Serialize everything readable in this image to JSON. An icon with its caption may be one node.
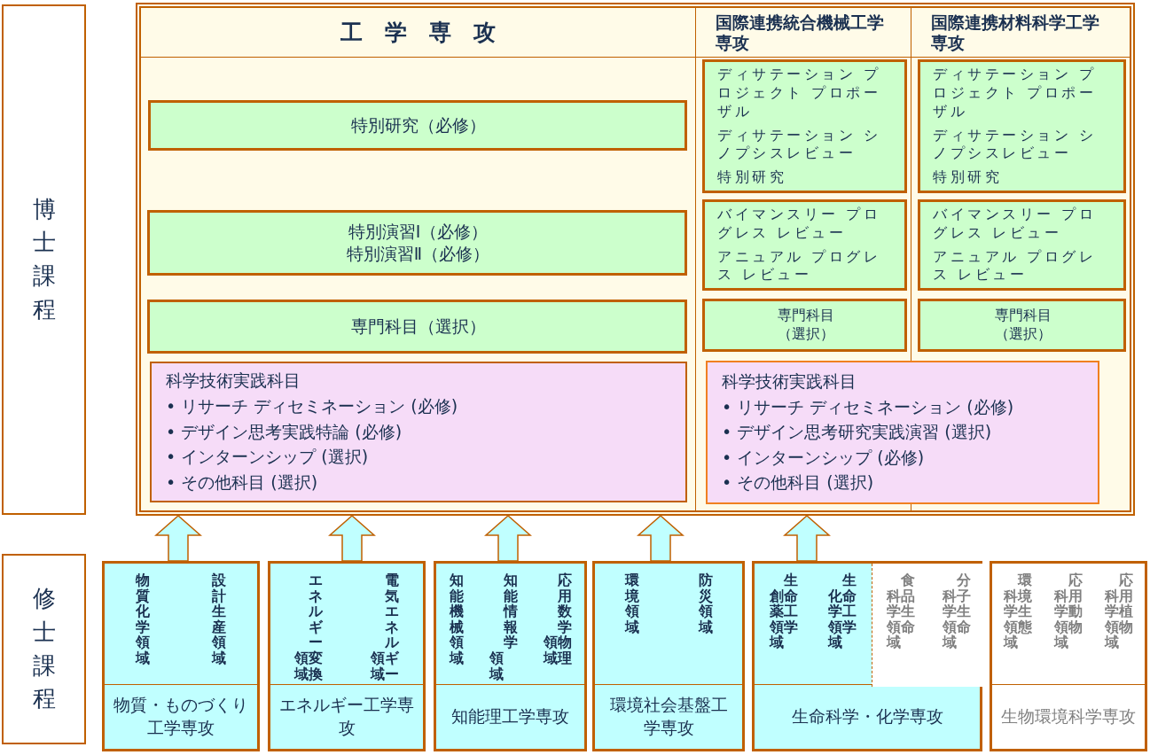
{
  "diagram": {
    "nodes": [
      {
        "text": [
          "博士課程"
        ]
      },
      {
        "text": [],
        "shape": "box"
      },
      {
        "text": [
          "工 学 専 攻"
        ],
        "in": 1
      },
      {
        "text": [
          "特別研究（必修）"
        ],
        "in": 2
      },
      {
        "text": [
          "特別演習Ⅰ（必修）",
          "特別演習Ⅱ（必修）"
        ],
        "in": 2
      },
      {
        "text": [
          "専門科目（選択）"
        ],
        "in": 2
      },
      {
        "text": [
          "科学技術実践科目",
          "• リサーチ ディセミネーション (必修)",
          "• デザイン思考実践特論 (必修)",
          "• インターンシップ (選択)",
          "• その他科目 (選択)"
        ],
        "in": 2
      },
      {
        "text": [
          "国際連携統合機械工学専攻"
        ],
        "in": 1
      },
      {
        "text": [
          "ディサテーション プロジェクト プロポーザル",
          "ディサテーション シノプシスレビュー",
          "特別研究"
        ],
        "in": 7
      },
      {
        "text": [
          "バイマンスリー プログレス レビュー",
          "アニュアル プログレス レビュー"
        ],
        "in": 7
      },
      {
        "text": [
          "専門科目（選択）"
        ],
        "in": 7
      },
      {
        "text": [
          "国際連携材料科学工学専攻"
        ],
        "in": 1
      },
      {
        "text": [
          "ディサテーション プロジェクト プロポーザル",
          "ディサテーション シノプシスレビュー",
          "特別研究"
        ],
        "in": 11
      },
      {
        "text": [
          "バイマンスリー プログレス レビュー",
          "アニュアル プログレス レビュー"
        ],
        "in": 11
      },
      {
        "text": [
          "専門科目（選択）"
        ],
        "in": 11
      },
      {
        "text": [
          "科学技術実践科目",
          "• リサーチ ディセミネーション (必修)",
          "• デザイン思考研究実践演習 (選択)",
          "• インターンシップ (必修)",
          "• その他科目 (選択)"
        ],
        "in": 1
      },
      {
        "text": [
          "修士課程"
        ]
      },
      {
        "text": [
          "物質化学領域",
          "設計生産領域",
          "物質・ものづくり工学専攻"
        ]
      },
      {
        "text": [
          "エネルギー変換領域",
          "電気エネルギー領域",
          "エネルギー工学専攻"
        ]
      },
      {
        "text": [
          "知能機械領域",
          "知能情報学領域",
          "応用数学物理領域",
          "知能理工学専攻"
        ]
      },
      {
        "text": [
          "環境領域",
          "防災領域",
          "環境社会基盤工学専攻"
        ]
      },
      {
        "text": [
          "生命工学創薬領域",
          "生命工学化学領域",
          "生命科学・化学専攻"
        ]
      },
      {
        "text": [
          "食品生命科学領域",
          "分子生命科学領域"
        ],
        "in": 21
      },
      {
        "text": [
          "環境生態科学領域",
          "応用動物科学領域",
          "応用植物科学領域",
          "生物環境科学専攻"
        ]
      }
    ],
    "edges": [
      {
        "from": 17,
        "to": 1,
        "arrow": "to"
      },
      {
        "from": 18,
        "to": 1,
        "arrow": "to"
      },
      {
        "from": 19,
        "to": 1,
        "arrow": "to"
      },
      {
        "from": 20,
        "to": 1,
        "arrow": "to"
      },
      {
        "from": 21,
        "to": 1,
        "arrow": "to"
      }
    ]
  }
}
